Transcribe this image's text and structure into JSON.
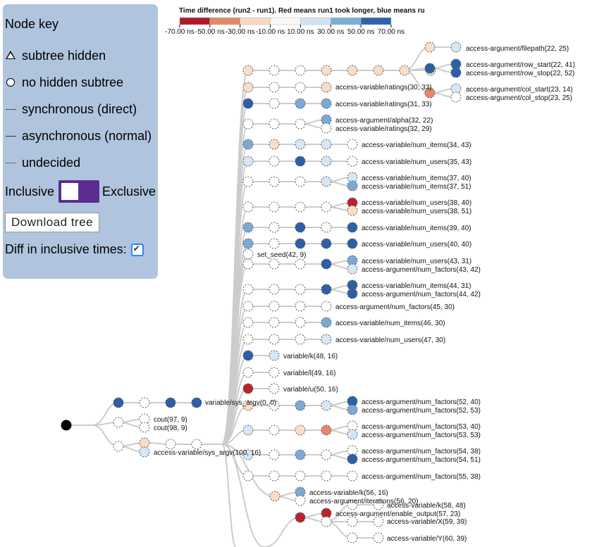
{
  "key": {
    "title": "Node key",
    "rows": [
      {
        "label": "subtree hidden",
        "icon": "triangle-icon"
      },
      {
        "label": "no hidden subtree",
        "icon": "circle-icon"
      },
      {
        "label": "synchronous (direct)",
        "icon": "dashed-line-icon"
      },
      {
        "label": "asynchronous (normal)",
        "icon": "solid-line-icon"
      },
      {
        "label": "undecided",
        "icon": "dotted-line-icon"
      }
    ],
    "inclusive_label": "Inclusive",
    "exclusive_label": "Exclusive",
    "download_label": "Download tree",
    "diff_label": "Diff in inclusive times:",
    "diff_checked": true,
    "panel_color": "#b0c4de",
    "toggle_color": "#5c2d91"
  },
  "legend": {
    "title": "Time difference (run2 - run1). Red means run1 took longer, blue means ru",
    "ticks": [
      "-70.00 ns",
      "-50.00 ns",
      "-30.00 ns",
      "-10.00 ns",
      "10.00 ns",
      "30.00 ns",
      "50.00 ns",
      "70.00 ns"
    ],
    "colors": [
      "#b2182b",
      "#e08a68",
      "#f8d7c4",
      "#f7f7f7",
      "#d0e3f0",
      "#7aaed2",
      "#2f63a8"
    ]
  },
  "labels": {
    "filepath": "access-argument/filepath(22, 25)",
    "row_start": "access-argument/row_start(22, 41)",
    "row_stop": "access-argument/row_stop(22, 52)",
    "ratings30": "access-variable/ratings(30, 33)",
    "col_start": "access-argument/col_start(23, 14)",
    "col_stop": "access-argument/col_stop(23, 25)",
    "ratings31": "access-variable/ratings(31, 33)",
    "alpha": "access-argument/alpha(32, 22)",
    "ratings32": "access-variable/ratings(32, 29)",
    "ni34": "access-variable/num_items(34, 43)",
    "nu35": "access-variable/num_users(35, 43)",
    "ni37a": "access-variable/num_items(37, 40)",
    "ni37b": "access-variable/num_items(37, 51)",
    "nu38a": "access-variable/num_users(38, 40)",
    "nu38b": "access-variable/num_users(38, 51)",
    "ni39": "access-variable/num_items(39, 40)",
    "nu40": "access-variable/num_users(40, 40)",
    "seed": "set_seed(42, 9)",
    "nu43": "access-variable/num_users(43, 31)",
    "nf43": "access-argument/num_factors(43, 42)",
    "ni44": "access-variable/num_items(44, 31)",
    "nf44": "access-argument/num_factors(44, 42)",
    "nf45": "access-argument/num_factors(45, 30)",
    "ni46": "access-variable/num_items(46, 30)",
    "nu47": "access-variable/num_users(47, 30)",
    "vk48": "variable/k(48, 16)",
    "vl49": "variable/l(49, 16)",
    "vu50": "variable/u(50, 16)",
    "sysargv0": "variable/sys_argv(0, 0)",
    "cout97": "cout(97, 9)",
    "cout98": "cout(98, 9)",
    "sysargv100": "access-variable/sys_argv(100, 16)",
    "nf52a": "access-argument/num_factors(52, 40)",
    "nf52b": "access-argument/num_factors(52, 53)",
    "nf53a": "access-argument/num_factors(53, 40)",
    "nf53b": "access-argument/num_factors(53, 53)",
    "nf54a": "access-argument/num_factors(54, 38)",
    "nf54b": "access-argument/num_factors(54, 51)",
    "nf55": "access-argument/num_factors(55, 38)",
    "k56": "access-variable/k(56, 16)",
    "iter56": "access-argument/iterations(56, 20)",
    "k58": "access-variable/k(58, 48)",
    "enable57": "access-argument/enable_output(57, 23)",
    "x59": "access-variable/X(59, 39)",
    "y60": "access-variable/Y(60, 39)"
  }
}
